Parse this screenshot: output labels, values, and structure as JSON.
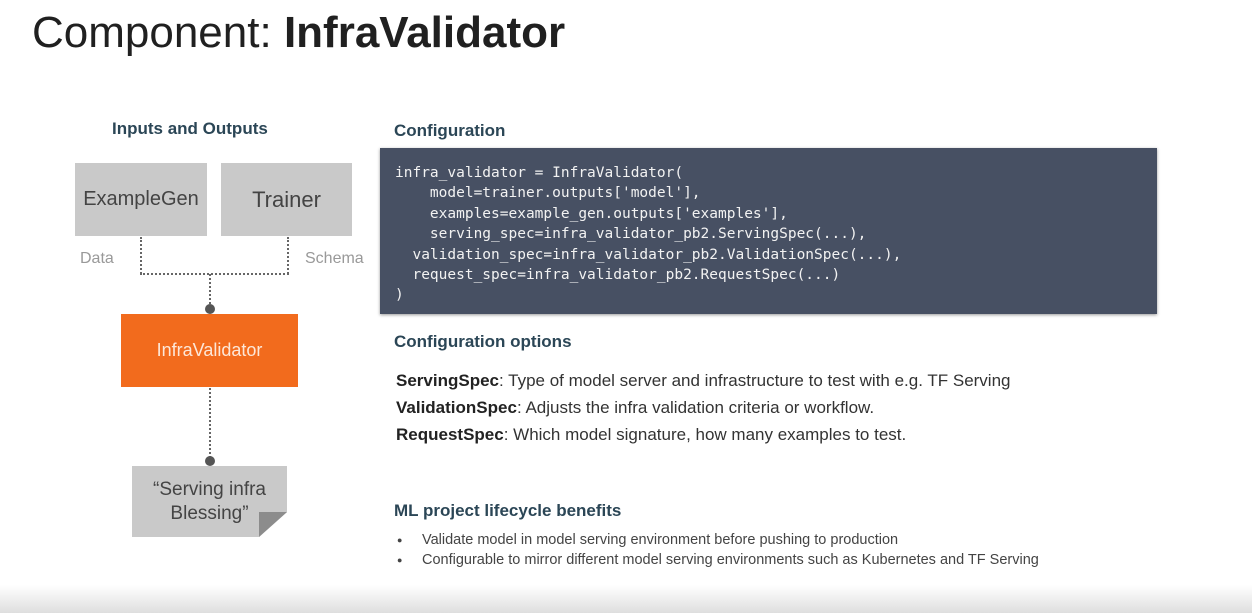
{
  "title": {
    "prefix": "Component: ",
    "bold": "InfraValidator"
  },
  "diagram": {
    "heading": "Inputs and Outputs",
    "inputs": [
      "ExampleGen",
      "Trainer"
    ],
    "edge_labels": [
      "Data",
      "Schema"
    ],
    "component": "InfraValidator",
    "output": "“Serving infra Blessing”",
    "colors": {
      "component": "#f26b1d",
      "box": "#c9c9c9"
    }
  },
  "configuration": {
    "heading": "Configuration",
    "code": "infra_validator = InfraValidator(\n    model=trainer.outputs['model'],\n    examples=example_gen.outputs['examples'],\n    serving_spec=infra_validator_pb2.ServingSpec(...),\n  validation_spec=infra_validator_pb2.ValidationSpec(...),\n  request_spec=infra_validator_pb2.RequestSpec(...)\n)"
  },
  "options": {
    "heading": "Configuration options",
    "items": [
      {
        "name": "ServingSpec",
        "desc": ": Type of model server and infrastructure to test with e.g. TF Serving"
      },
      {
        "name": "ValidationSpec",
        "desc": ": Adjusts the infra validation criteria or workflow."
      },
      {
        "name": "RequestSpec",
        "desc": ": Which model signature, how many examples to test."
      }
    ]
  },
  "benefits": {
    "heading": "ML project lifecycle benefits",
    "items": [
      "Validate model in model serving environment before pushing to production",
      "Configurable to mirror different model serving environments such as Kubernetes and TF Serving"
    ]
  }
}
